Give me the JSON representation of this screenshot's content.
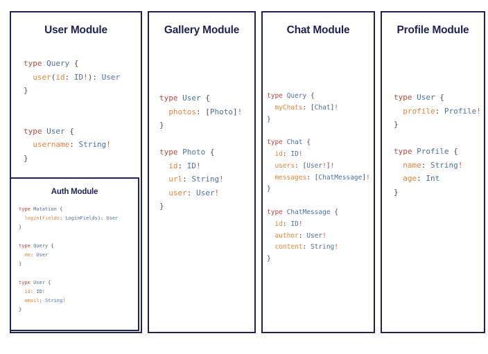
{
  "page": {
    "background": "#ffffff",
    "border_color": "#1f2150",
    "title_color": "#1f2150"
  },
  "syntax_colors": {
    "keyword": "#b5493f",
    "type": "#4a6fa5",
    "field": "#e8833a",
    "punctuation": "#4c4c52",
    "non_null": "#d4553f"
  },
  "modules": {
    "user": {
      "title": "User Module",
      "code": "type Query {\n  user(id: ID!): User\n}\n\n\ntype User {\n  username: String!\n}",
      "tokens": [
        [
          {
            "t": "type",
            "c": "keyword"
          },
          {
            "t": " ",
            "c": "punctuation"
          },
          {
            "t": "Query",
            "c": "type"
          },
          {
            "t": " {",
            "c": "punctuation"
          }
        ],
        [
          {
            "t": "  ",
            "c": "punctuation"
          },
          {
            "t": "user",
            "c": "field"
          },
          {
            "t": "(",
            "c": "punctuation"
          },
          {
            "t": "id",
            "c": "field"
          },
          {
            "t": ": ",
            "c": "punctuation"
          },
          {
            "t": "ID",
            "c": "type"
          },
          {
            "t": "!",
            "c": "non_null"
          },
          {
            "t": "): ",
            "c": "punctuation"
          },
          {
            "t": "User",
            "c": "type"
          }
        ],
        [
          {
            "t": "}",
            "c": "punctuation"
          }
        ],
        [
          {
            "t": "",
            "c": "punctuation"
          }
        ],
        [
          {
            "t": "",
            "c": "punctuation"
          }
        ],
        [
          {
            "t": "type",
            "c": "keyword"
          },
          {
            "t": " ",
            "c": "punctuation"
          },
          {
            "t": "User",
            "c": "type"
          },
          {
            "t": " {",
            "c": "punctuation"
          }
        ],
        [
          {
            "t": "  ",
            "c": "punctuation"
          },
          {
            "t": "username",
            "c": "field"
          },
          {
            "t": ": ",
            "c": "punctuation"
          },
          {
            "t": "String",
            "c": "type"
          },
          {
            "t": "!",
            "c": "non_null"
          }
        ],
        [
          {
            "t": "}",
            "c": "punctuation"
          }
        ]
      ]
    },
    "auth": {
      "title": "Auth Module",
      "code": "type Mutation {\n  login(fields: LoginFields): User\n}\n\ntype Query {\n  me: User\n}\n\ntype User {\n  id: ID!\n  email: String!\n}",
      "tokens": [
        [
          {
            "t": "type",
            "c": "keyword"
          },
          {
            "t": " ",
            "c": "punctuation"
          },
          {
            "t": "Mutation",
            "c": "type"
          },
          {
            "t": " {",
            "c": "punctuation"
          }
        ],
        [
          {
            "t": "  ",
            "c": "punctuation"
          },
          {
            "t": "login",
            "c": "field"
          },
          {
            "t": "(",
            "c": "punctuation"
          },
          {
            "t": "fields",
            "c": "field"
          },
          {
            "t": ": ",
            "c": "punctuation"
          },
          {
            "t": "LoginFields",
            "c": "type"
          },
          {
            "t": "): ",
            "c": "punctuation"
          },
          {
            "t": "User",
            "c": "type"
          }
        ],
        [
          {
            "t": "}",
            "c": "punctuation"
          }
        ],
        [
          {
            "t": "",
            "c": "punctuation"
          }
        ],
        [
          {
            "t": "type",
            "c": "keyword"
          },
          {
            "t": " ",
            "c": "punctuation"
          },
          {
            "t": "Query",
            "c": "type"
          },
          {
            "t": " {",
            "c": "punctuation"
          }
        ],
        [
          {
            "t": "  ",
            "c": "punctuation"
          },
          {
            "t": "me",
            "c": "field"
          },
          {
            "t": ": ",
            "c": "punctuation"
          },
          {
            "t": "User",
            "c": "type"
          }
        ],
        [
          {
            "t": "}",
            "c": "punctuation"
          }
        ],
        [
          {
            "t": "",
            "c": "punctuation"
          }
        ],
        [
          {
            "t": "type",
            "c": "keyword"
          },
          {
            "t": " ",
            "c": "punctuation"
          },
          {
            "t": "User",
            "c": "type"
          },
          {
            "t": " {",
            "c": "punctuation"
          }
        ],
        [
          {
            "t": "  ",
            "c": "punctuation"
          },
          {
            "t": "id",
            "c": "field"
          },
          {
            "t": ": ",
            "c": "punctuation"
          },
          {
            "t": "ID",
            "c": "type"
          },
          {
            "t": "!",
            "c": "non_null"
          }
        ],
        [
          {
            "t": "  ",
            "c": "punctuation"
          },
          {
            "t": "email",
            "c": "field"
          },
          {
            "t": ": ",
            "c": "punctuation"
          },
          {
            "t": "String",
            "c": "type"
          },
          {
            "t": "!",
            "c": "non_null"
          }
        ],
        [
          {
            "t": "}",
            "c": "punctuation"
          }
        ]
      ]
    },
    "gallery": {
      "title": "Gallery Module",
      "code": "type User {\n  photos: [Photo]!\n}\n\ntype Photo {\n  id: ID!\n  url: String!\n  user: User!\n}",
      "tokens": [
        [
          {
            "t": "type",
            "c": "keyword"
          },
          {
            "t": " ",
            "c": "punctuation"
          },
          {
            "t": "User",
            "c": "type"
          },
          {
            "t": " {",
            "c": "punctuation"
          }
        ],
        [
          {
            "t": "  ",
            "c": "punctuation"
          },
          {
            "t": "photos",
            "c": "field"
          },
          {
            "t": ": [",
            "c": "punctuation"
          },
          {
            "t": "Photo",
            "c": "type"
          },
          {
            "t": "]",
            "c": "punctuation"
          },
          {
            "t": "!",
            "c": "non_null"
          }
        ],
        [
          {
            "t": "}",
            "c": "punctuation"
          }
        ],
        [
          {
            "t": "",
            "c": "punctuation"
          }
        ],
        [
          {
            "t": "type",
            "c": "keyword"
          },
          {
            "t": " ",
            "c": "punctuation"
          },
          {
            "t": "Photo",
            "c": "type"
          },
          {
            "t": " {",
            "c": "punctuation"
          }
        ],
        [
          {
            "t": "  ",
            "c": "punctuation"
          },
          {
            "t": "id",
            "c": "field"
          },
          {
            "t": ": ",
            "c": "punctuation"
          },
          {
            "t": "ID",
            "c": "type"
          },
          {
            "t": "!",
            "c": "non_null"
          }
        ],
        [
          {
            "t": "  ",
            "c": "punctuation"
          },
          {
            "t": "url",
            "c": "field"
          },
          {
            "t": ": ",
            "c": "punctuation"
          },
          {
            "t": "String",
            "c": "type"
          },
          {
            "t": "!",
            "c": "non_null"
          }
        ],
        [
          {
            "t": "  ",
            "c": "punctuation"
          },
          {
            "t": "user",
            "c": "field"
          },
          {
            "t": ": ",
            "c": "punctuation"
          },
          {
            "t": "User",
            "c": "type"
          },
          {
            "t": "!",
            "c": "non_null"
          }
        ],
        [
          {
            "t": "}",
            "c": "punctuation"
          }
        ]
      ]
    },
    "chat": {
      "title": "Chat Module",
      "code": "type Query {\n  myChats: [Chat]!\n}\n\ntype Chat {\n  id: ID!\n  users: [User!]!\n  messages: [ChatMessage]!\n}\n\ntype ChatMessage {\n  id: ID!\n  author: User!\n  content: String!\n}",
      "tokens": [
        [
          {
            "t": "type",
            "c": "keyword"
          },
          {
            "t": " ",
            "c": "punctuation"
          },
          {
            "t": "Query",
            "c": "type"
          },
          {
            "t": " {",
            "c": "punctuation"
          }
        ],
        [
          {
            "t": "  ",
            "c": "punctuation"
          },
          {
            "t": "myChats",
            "c": "field"
          },
          {
            "t": ": [",
            "c": "punctuation"
          },
          {
            "t": "Chat",
            "c": "type"
          },
          {
            "t": "]",
            "c": "punctuation"
          },
          {
            "t": "!",
            "c": "non_null"
          }
        ],
        [
          {
            "t": "}",
            "c": "punctuation"
          }
        ],
        [
          {
            "t": "",
            "c": "punctuation"
          }
        ],
        [
          {
            "t": "type",
            "c": "keyword"
          },
          {
            "t": " ",
            "c": "punctuation"
          },
          {
            "t": "Chat",
            "c": "type"
          },
          {
            "t": " {",
            "c": "punctuation"
          }
        ],
        [
          {
            "t": "  ",
            "c": "punctuation"
          },
          {
            "t": "id",
            "c": "field"
          },
          {
            "t": ": ",
            "c": "punctuation"
          },
          {
            "t": "ID",
            "c": "type"
          },
          {
            "t": "!",
            "c": "non_null"
          }
        ],
        [
          {
            "t": "  ",
            "c": "punctuation"
          },
          {
            "t": "users",
            "c": "field"
          },
          {
            "t": ": [",
            "c": "punctuation"
          },
          {
            "t": "User",
            "c": "type"
          },
          {
            "t": "!",
            "c": "non_null"
          },
          {
            "t": "]",
            "c": "punctuation"
          },
          {
            "t": "!",
            "c": "non_null"
          }
        ],
        [
          {
            "t": "  ",
            "c": "punctuation"
          },
          {
            "t": "messages",
            "c": "field"
          },
          {
            "t": ": [",
            "c": "punctuation"
          },
          {
            "t": "ChatMessage",
            "c": "type"
          },
          {
            "t": "]",
            "c": "punctuation"
          },
          {
            "t": "!",
            "c": "non_null"
          }
        ],
        [
          {
            "t": "}",
            "c": "punctuation"
          }
        ],
        [
          {
            "t": "",
            "c": "punctuation"
          }
        ],
        [
          {
            "t": "type",
            "c": "keyword"
          },
          {
            "t": " ",
            "c": "punctuation"
          },
          {
            "t": "ChatMessage",
            "c": "type"
          },
          {
            "t": " {",
            "c": "punctuation"
          }
        ],
        [
          {
            "t": "  ",
            "c": "punctuation"
          },
          {
            "t": "id",
            "c": "field"
          },
          {
            "t": ": ",
            "c": "punctuation"
          },
          {
            "t": "ID",
            "c": "type"
          },
          {
            "t": "!",
            "c": "non_null"
          }
        ],
        [
          {
            "t": "  ",
            "c": "punctuation"
          },
          {
            "t": "author",
            "c": "field"
          },
          {
            "t": ": ",
            "c": "punctuation"
          },
          {
            "t": "User",
            "c": "type"
          },
          {
            "t": "!",
            "c": "non_null"
          }
        ],
        [
          {
            "t": "  ",
            "c": "punctuation"
          },
          {
            "t": "content",
            "c": "field"
          },
          {
            "t": ": ",
            "c": "punctuation"
          },
          {
            "t": "String",
            "c": "type"
          },
          {
            "t": "!",
            "c": "non_null"
          }
        ],
        [
          {
            "t": "}",
            "c": "punctuation"
          }
        ]
      ]
    },
    "profile": {
      "title": "Profile Module",
      "code": "type User {\n  profile: Profile!\n}\n\ntype Profile {\n  name: String!\n  age: Int\n}",
      "tokens": [
        [
          {
            "t": "type",
            "c": "keyword"
          },
          {
            "t": " ",
            "c": "punctuation"
          },
          {
            "t": "User",
            "c": "type"
          },
          {
            "t": " {",
            "c": "punctuation"
          }
        ],
        [
          {
            "t": "  ",
            "c": "punctuation"
          },
          {
            "t": "profile",
            "c": "field"
          },
          {
            "t": ": ",
            "c": "punctuation"
          },
          {
            "t": "Profile",
            "c": "type"
          },
          {
            "t": "!",
            "c": "non_null"
          }
        ],
        [
          {
            "t": "}",
            "c": "punctuation"
          }
        ],
        [
          {
            "t": "",
            "c": "punctuation"
          }
        ],
        [
          {
            "t": "type",
            "c": "keyword"
          },
          {
            "t": " ",
            "c": "punctuation"
          },
          {
            "t": "Profile",
            "c": "type"
          },
          {
            "t": " {",
            "c": "punctuation"
          }
        ],
        [
          {
            "t": "  ",
            "c": "punctuation"
          },
          {
            "t": "name",
            "c": "field"
          },
          {
            "t": ": ",
            "c": "punctuation"
          },
          {
            "t": "String",
            "c": "type"
          },
          {
            "t": "!",
            "c": "non_null"
          }
        ],
        [
          {
            "t": "  ",
            "c": "punctuation"
          },
          {
            "t": "age",
            "c": "field"
          },
          {
            "t": ": ",
            "c": "punctuation"
          },
          {
            "t": "Int",
            "c": "type"
          }
        ],
        [
          {
            "t": "}",
            "c": "punctuation"
          }
        ]
      ]
    }
  }
}
